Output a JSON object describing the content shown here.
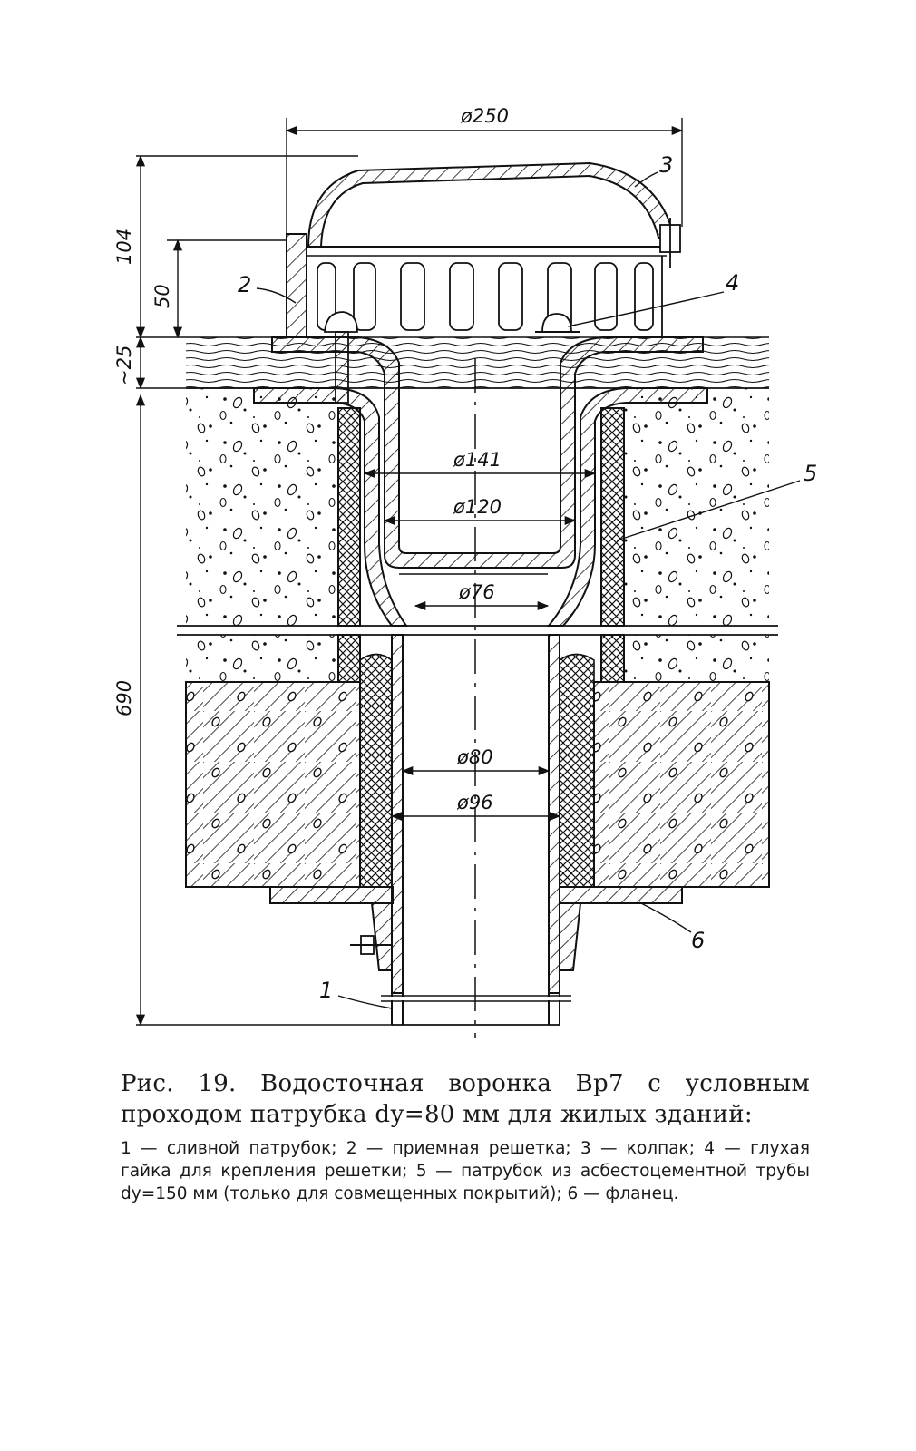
{
  "dimensions": {
    "outer_diameter": "ø250",
    "pipe_141": "ø141",
    "pipe_120": "ø120",
    "pipe_76": "ø76",
    "pipe_80": "ø80",
    "pipe_96": "ø96",
    "height_total": "104",
    "height_grid": "50",
    "height_roof": "~25",
    "height_body": "690"
  },
  "part_labels": {
    "p1": "1",
    "p2": "2",
    "p3": "3",
    "p4": "4",
    "p5": "5",
    "p6": "6"
  },
  "caption": {
    "title": "Рис. 19. Водосточная воронка Вр7 с условным проходом патрубка dу=80 мм для жилых зданий:",
    "legend": "1 — сливной патрубок; 2 — приемная решетка; 3 — колпак; 4 — глухая гайка для крепления решетки; 5 — патрубок из асбестоцементной трубы dу=150 мм (только для совмещенных покрытий); 6 — фланец."
  }
}
